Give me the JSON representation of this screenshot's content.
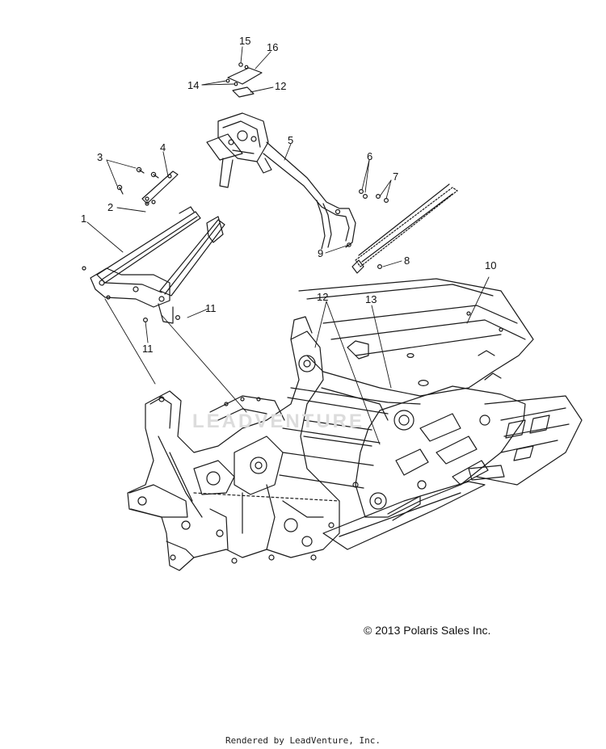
{
  "callouts": [
    "15",
    "16",
    "14",
    "12",
    "5",
    "3",
    "4",
    "6",
    "7",
    "2",
    "1",
    "9",
    "8",
    "10",
    "12",
    "13",
    "11",
    "11"
  ],
  "copyright": "© 2013 Polaris Sales Inc.",
  "rendered_by": "Rendered by LeadVenture, Inc.",
  "watermark": "LEADVENTURE",
  "colors": {
    "line": "#1a1a1a",
    "background": "#ffffff"
  }
}
